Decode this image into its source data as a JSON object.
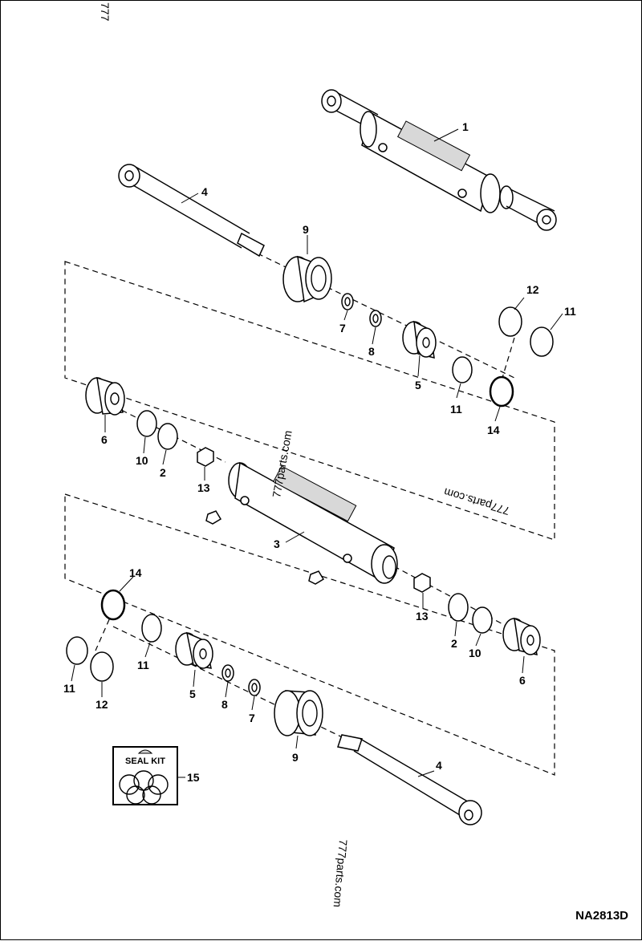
{
  "drawing_id": "NA2813D",
  "seal_kit_label": "SEAL KIT",
  "watermarks": [
    "777parts.com",
    "777parts.com",
    "777parts.com",
    "777"
  ],
  "callouts": {
    "c1": "1",
    "c4a": "4",
    "c9a": "9",
    "c12a": "12",
    "c11a": "11",
    "c7a": "7",
    "c8a": "8",
    "c5a": "5",
    "c11b": "11",
    "c14a": "14",
    "c6a": "6",
    "c10a": "10",
    "c2a": "2",
    "c13a": "13",
    "c3": "3",
    "c14b": "14",
    "c11c": "11",
    "c13b": "13",
    "c2b": "2",
    "c10b": "10",
    "c6b": "6",
    "c11d": "11",
    "c12b": "12",
    "c5b": "5",
    "c8b": "8",
    "c7b": "7",
    "c9b": "9",
    "c4b": "4",
    "c15": "15"
  }
}
